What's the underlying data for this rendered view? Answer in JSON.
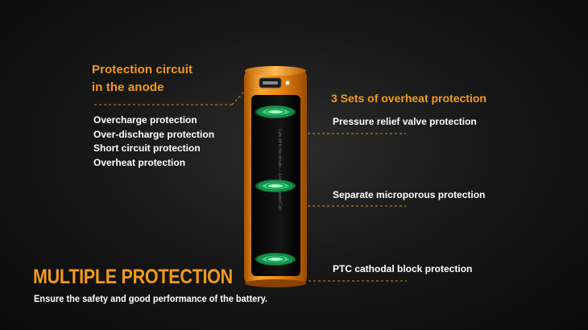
{
  "anode": {
    "title_line1": "Protection circuit",
    "title_line2": "in the anode",
    "items": [
      "Overcharge protection",
      "Over-discharge protection",
      "Short circuit protection",
      "Overheat protection"
    ]
  },
  "overheat": {
    "title": "3 Sets of overheat protection",
    "items": [
      "Pressure relief valve protection",
      "Separate microporous protection",
      "PTC cathodal block protection"
    ]
  },
  "footer": {
    "title": "MULTIPLE PROTECTION",
    "subtitle": "Ensure the safety and good performance of the battery."
  },
  "colors": {
    "accent": "#f29a1d",
    "battery_orange": "#f08a14",
    "ring_green": "#2fd67a",
    "background": "#181818"
  },
  "icons": {
    "usb_port": "usb-port-icon",
    "protection_ring": "protection-ring-icon"
  }
}
